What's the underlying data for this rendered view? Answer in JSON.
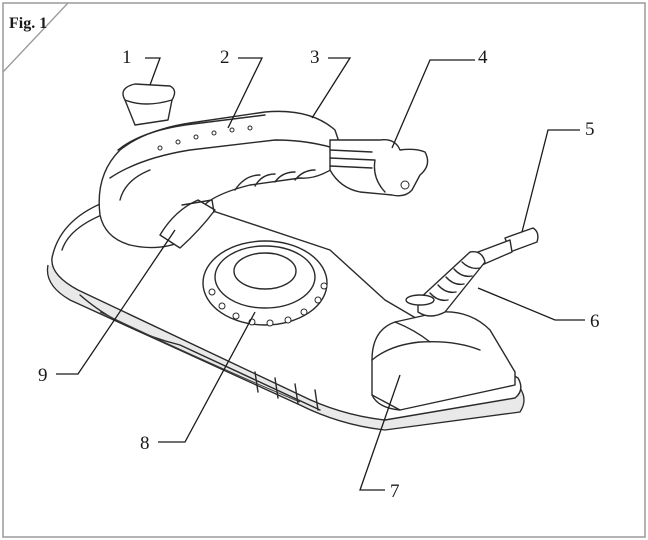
{
  "figure": {
    "label": "Fig. 1",
    "callouts": [
      {
        "id": "c1",
        "text": "1"
      },
      {
        "id": "c2",
        "text": "2"
      },
      {
        "id": "c3",
        "text": "3"
      },
      {
        "id": "c4",
        "text": "4"
      },
      {
        "id": "c5",
        "text": "5"
      },
      {
        "id": "c6",
        "text": "6"
      },
      {
        "id": "c7",
        "text": "7"
      },
      {
        "id": "c8",
        "text": "8"
      },
      {
        "id": "c9",
        "text": "9"
      }
    ]
  },
  "colors": {
    "line": "#2a2a2a",
    "frame": "#9a9a9a",
    "background": "#ffffff"
  }
}
